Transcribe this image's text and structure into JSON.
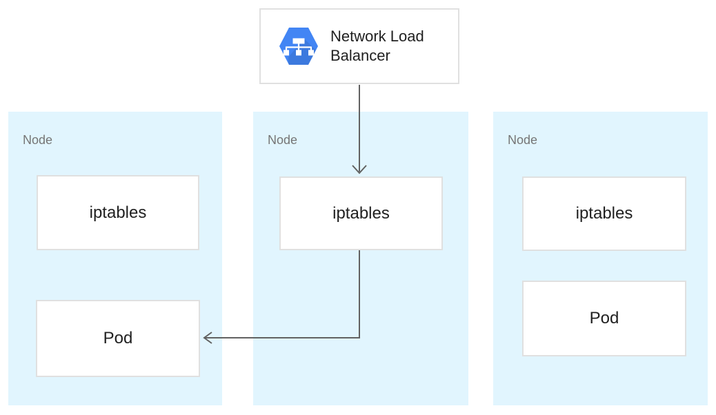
{
  "colors": {
    "panel_blue": "#e1f5fe",
    "box_border": "#e0e0e0",
    "box_text": "#212121",
    "muted_text": "#757575",
    "arrow_color": "#616161",
    "icon_blue": "#4285f4"
  },
  "load_balancer": {
    "label": "Network Load Balancer",
    "icon": "network-load-balancer-hexagon-icon"
  },
  "nodes": [
    {
      "label": "Node",
      "iptables": "iptables",
      "pod": "Pod"
    },
    {
      "label": "Node",
      "iptables": "iptables"
    },
    {
      "label": "Node",
      "iptables": "iptables",
      "pod": "Pod"
    }
  ],
  "arrows": [
    {
      "from": "network-load-balancer",
      "to": "node-2-iptables",
      "shape": "straight-down"
    },
    {
      "from": "node-2-iptables",
      "to": "node-1-pod",
      "shape": "down-then-left"
    }
  ]
}
